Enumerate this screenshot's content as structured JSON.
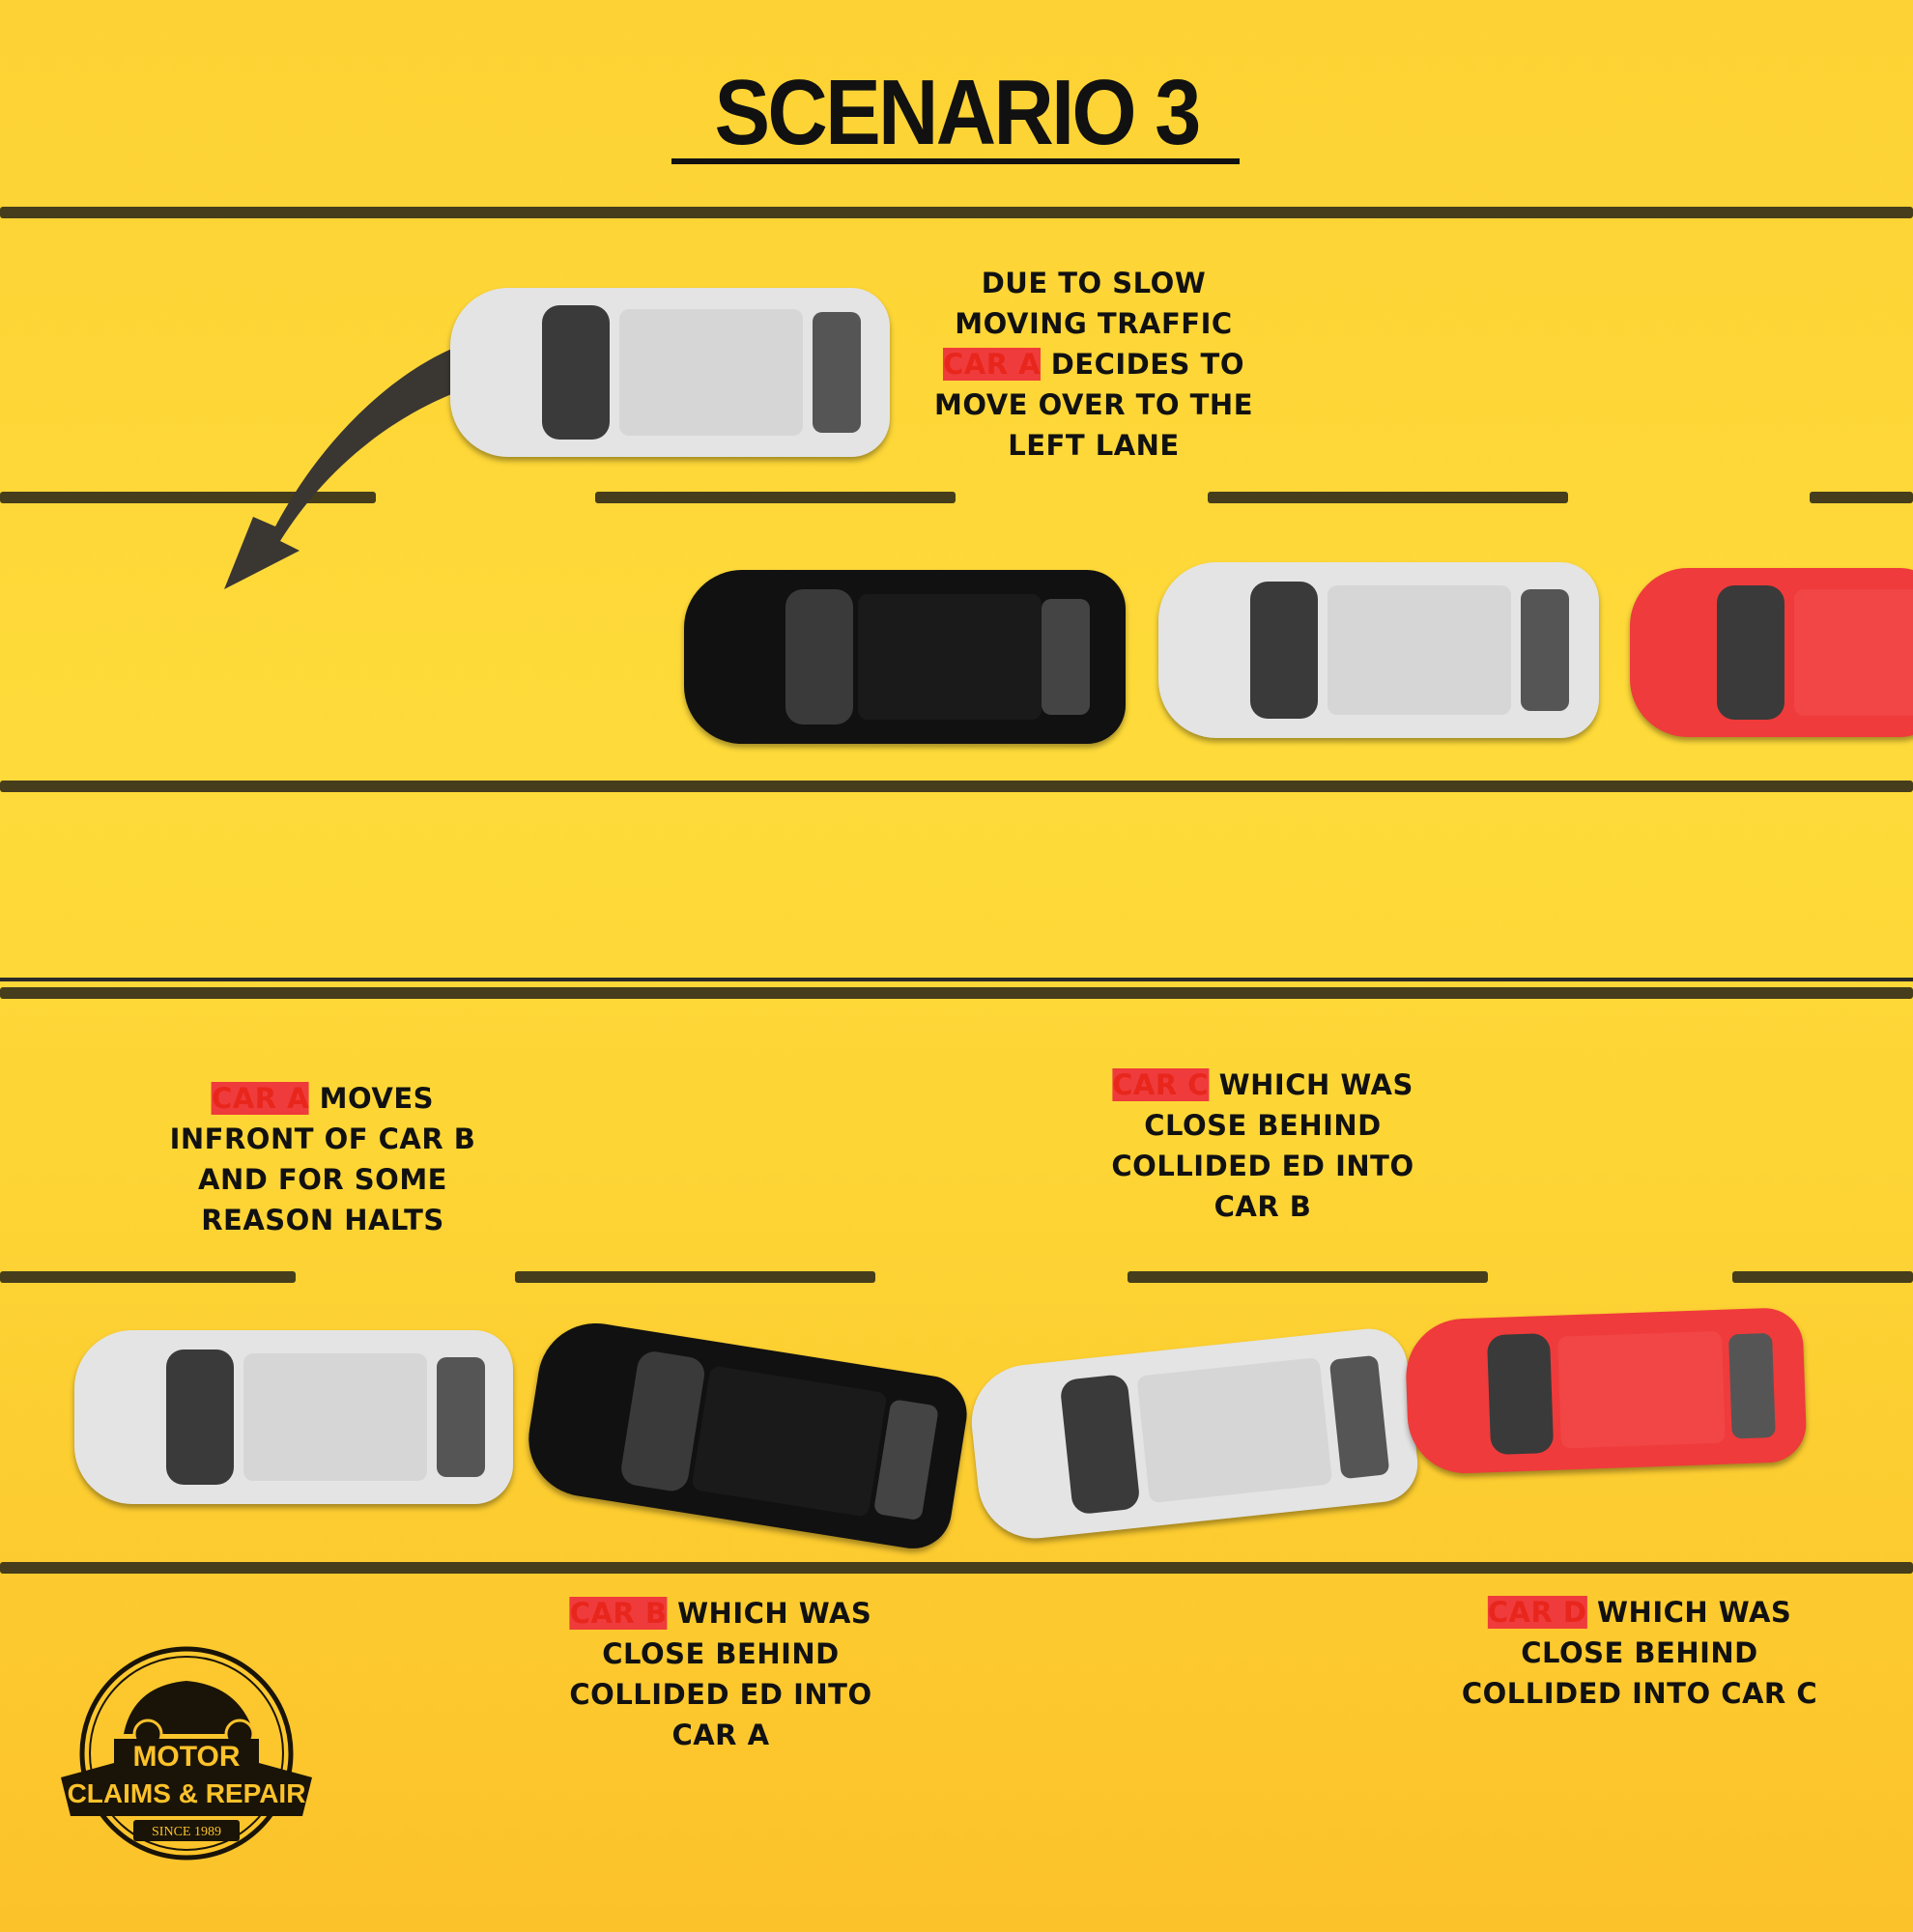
{
  "title": "SCENARIO 3",
  "captions": {
    "step1": {
      "highlight": "CAR A",
      "lines": [
        "DUE TO SLOW",
        "MOVING TRAFFIC",
        " DECIDES TO",
        "MOVE OVER TO THE",
        "LEFT LANE"
      ]
    },
    "step2": {
      "highlight": "CAR A",
      "lines": [
        " MOVES",
        "INFRONT OF CAR B",
        "AND FOR SOME",
        "REASON HALTS"
      ]
    },
    "step3": {
      "highlight": "CAR C",
      "lines": [
        " WHICH WAS",
        "CLOSE BEHIND",
        "COLLIDED ED INTO",
        "CAR B"
      ]
    },
    "step4": {
      "highlight": "CAR B",
      "lines": [
        " WHICH WAS",
        "CLOSE BEHIND",
        "COLLIDED ED INTO",
        "CAR A"
      ]
    },
    "step5": {
      "highlight": "CAR D",
      "lines": [
        " WHICH WAS",
        "CLOSE BEHIND",
        "COLLIDED  INTO CAR C"
      ]
    }
  },
  "logo": {
    "line1": "MOTOR",
    "line2": "CLAIMS",
    "amp": "&",
    "line3": "REPAIR",
    "since": "SINCE 1989"
  },
  "colors": {
    "highlight": "#e8261c",
    "background": "#fdd535",
    "road_line": "#3b351a"
  }
}
